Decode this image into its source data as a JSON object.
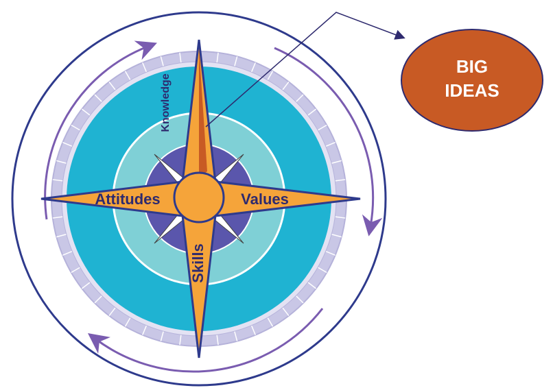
{
  "labels": {
    "knowledge": "Knowledge",
    "attitudes": "Attitudes",
    "values": "Values",
    "skills": "Skills"
  },
  "big_ideas": {
    "line1": "BIG",
    "line2": "IDEAS"
  },
  "colors": {
    "outer_ring": "#2e3a8c",
    "purple_arrow": "#7a5cb0",
    "lavender_ring": "#c9c7e6",
    "teal_disk": "#1fb3d2",
    "light_teal_disk": "#7fd0d6",
    "purple_disk": "#5a56ac",
    "star_fill": "#f5a43a",
    "star_outline": "#2e3a8c",
    "big_ideas_fill": "#c85a24"
  }
}
